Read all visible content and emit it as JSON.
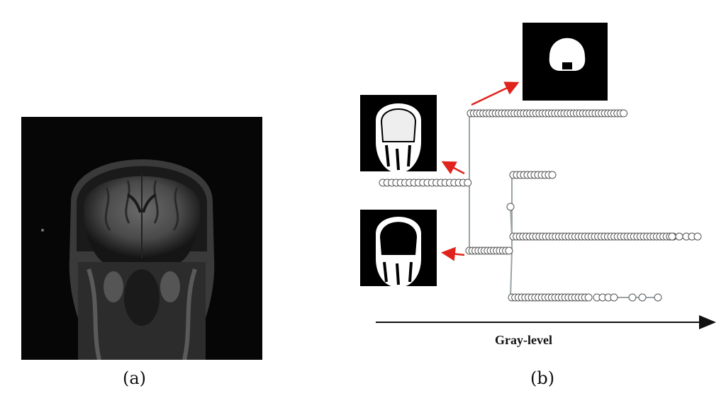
{
  "captions": {
    "a": "(a)",
    "b": "(b)"
  },
  "tree": {
    "axis_label": "Gray-level",
    "connector_color": "#9aa3a8",
    "arrow_color": "#e0231c",
    "root_chain": 20,
    "top_chain": 50,
    "mid_chain": 14,
    "upper_branch_chain": 12,
    "middle_branch_chain": 50,
    "lower_branch_chain": 24
  }
}
